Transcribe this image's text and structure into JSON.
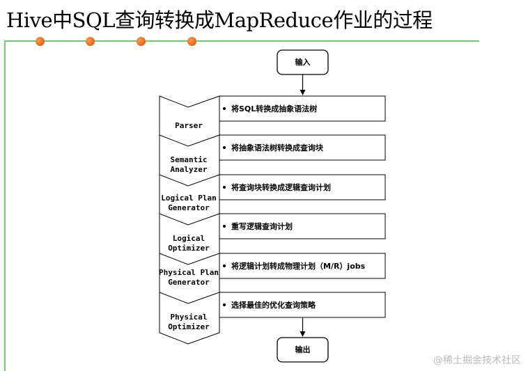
{
  "title": "Hive中SQL查询转换成MapReduce作业的过程",
  "colors": {
    "accent_line": "#7cc576",
    "bullet_dot": "#e0661a"
  },
  "flow": {
    "start": "输入",
    "end": "输出",
    "stages": [
      {
        "name_lines": [
          "Parser"
        ],
        "description": "将SQL转换成抽象语法树"
      },
      {
        "name_lines": [
          "Semantic",
          "Analyzer"
        ],
        "description": "将抽象语法树转换成查询块"
      },
      {
        "name_lines": [
          "Logical Plan",
          "Generator"
        ],
        "description": "将查询块转换成逻辑查询计划"
      },
      {
        "name_lines": [
          "Logical",
          "Optimizer"
        ],
        "description": "重写逻辑查询计划"
      },
      {
        "name_lines": [
          "Physical Plan",
          "Generator"
        ],
        "description": "将逻辑计划转成物理计划（M/R）jobs"
      },
      {
        "name_lines": [
          "Physical",
          "Optimizer"
        ],
        "description": "选择最佳的优化查询策略"
      }
    ]
  },
  "watermark": "@稀土掘金技术社区"
}
